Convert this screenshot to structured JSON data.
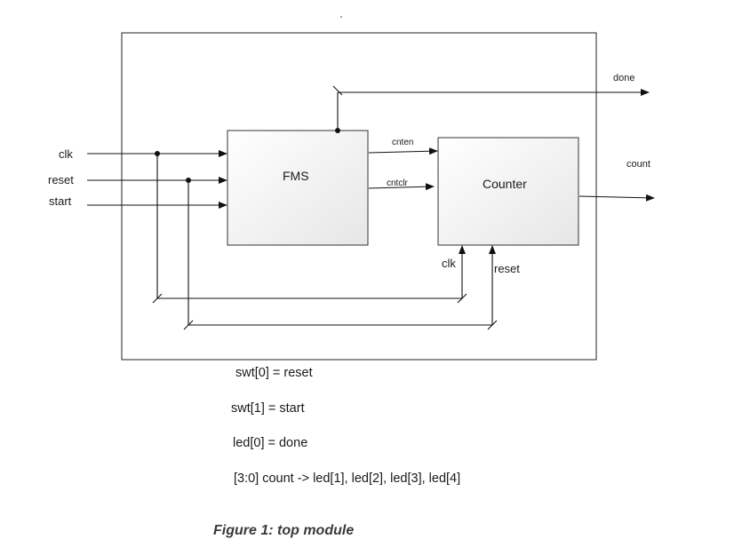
{
  "diagram": {
    "inputs": {
      "clk": "clk",
      "reset": "reset",
      "start": "start"
    },
    "outputs": {
      "done": "done",
      "count": "count"
    },
    "blocks": {
      "fsm": "FMS",
      "counter": "Counter"
    },
    "signals": {
      "cnten": "cnten",
      "cntclr": "cntclr",
      "counter_clk": "clk",
      "counter_reset": "reset"
    }
  },
  "notes": [
    "swt[0] = reset",
    "swt[1] = start",
    "led[0] = done",
    "[3:0] count -> led[1], led[2], led[3], led[4]"
  ],
  "caption": "Figure 1: top module"
}
